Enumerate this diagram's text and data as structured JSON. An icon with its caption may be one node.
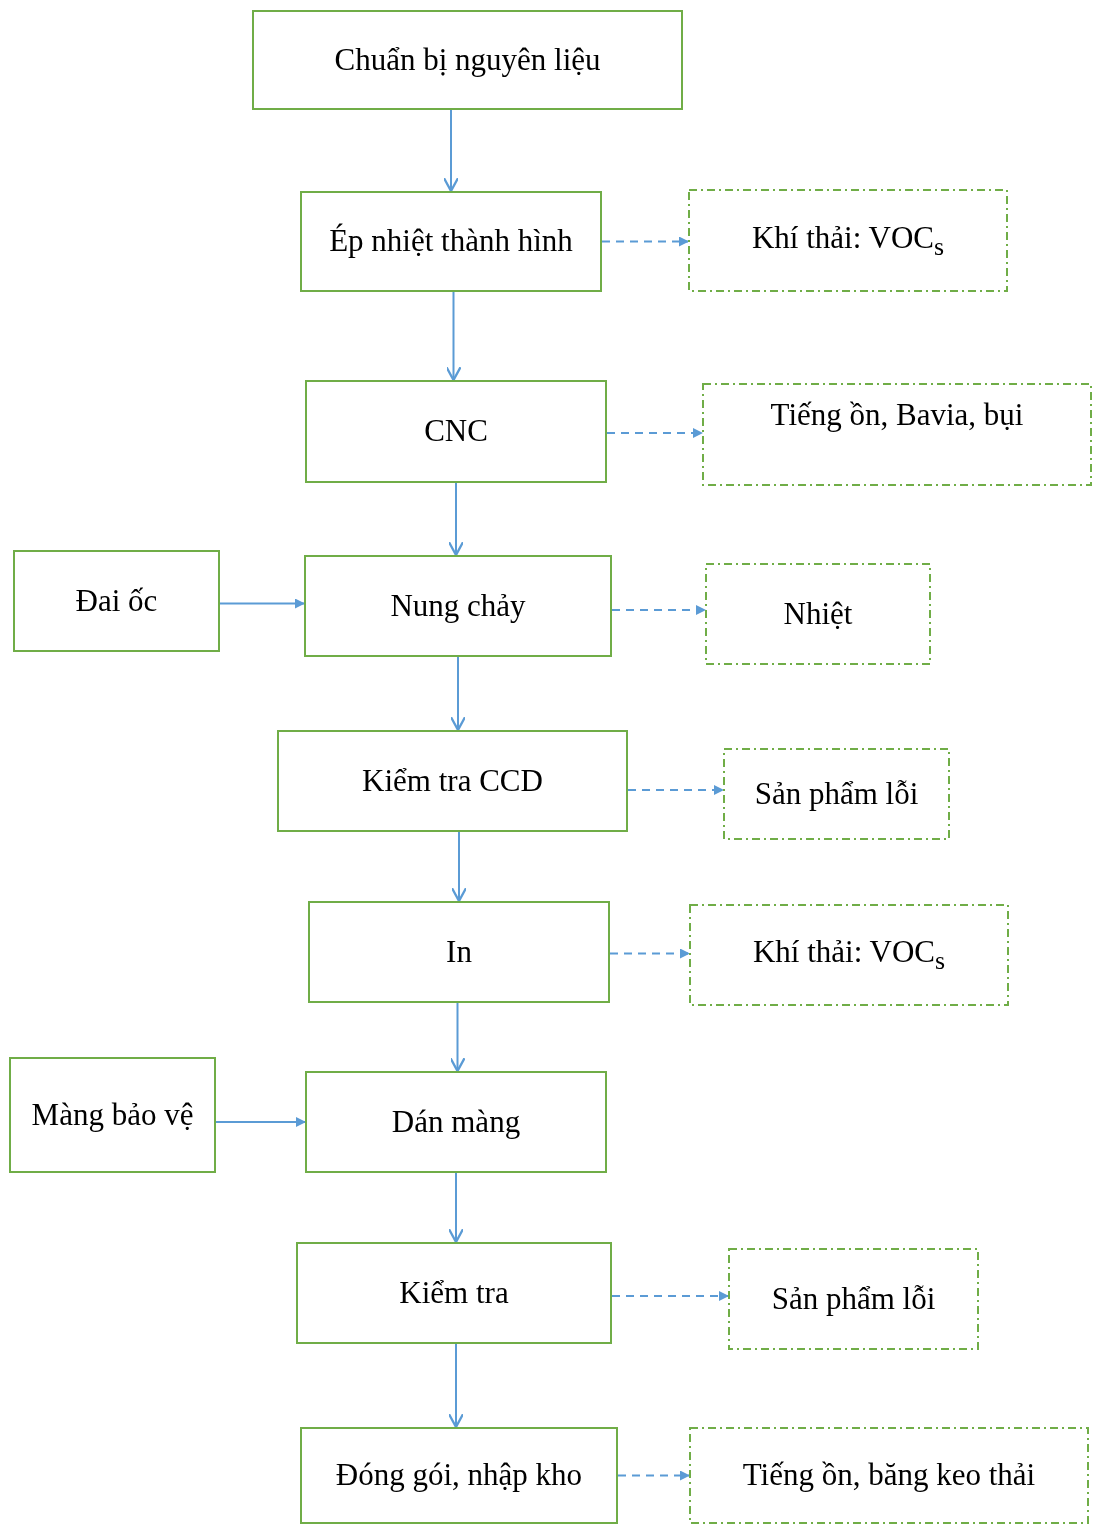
{
  "diagram": {
    "nodes": [
      {
        "text": [
          "Chuẩn bị nguyên liệu"
        ]
      },
      {
        "text": [
          "Ép nhiệt thành hình"
        ]
      },
      {
        "text": [
          "Khí thải: VOC$_{s}$"
        ]
      },
      {
        "text": [
          "CNC"
        ]
      },
      {
        "text": [
          "Tiếng ồn, Bavia, bụi"
        ]
      },
      {
        "text": [
          "Đai ốc"
        ]
      },
      {
        "text": [
          "Nung chảy"
        ]
      },
      {
        "text": [
          "Nhiệt"
        ]
      },
      {
        "text": [
          "Kiểm tra CCD"
        ]
      },
      {
        "text": [
          "Sản phẩm lỗi"
        ]
      },
      {
        "text": [
          "In"
        ]
      },
      {
        "text": [
          "Khí thải: VOC$_{s}$"
        ]
      },
      {
        "text": [
          "Màng bảo vệ"
        ]
      },
      {
        "text": [
          "Dán màng"
        ]
      },
      {
        "text": [
          "Kiểm tra"
        ]
      },
      {
        "text": [
          "Sản phẩm lỗi"
        ]
      },
      {
        "text": [
          "Đóng gói, nhập kho"
        ]
      },
      {
        "text": [
          "Tiếng ồn, băng keo thải"
        ]
      }
    ],
    "edges": [
      {
        "from": 0,
        "to": 1,
        "arrow": "to"
      },
      {
        "from": 1,
        "to": 2,
        "arrow": "to",
        "style": "dashed"
      },
      {
        "from": 1,
        "to": 3,
        "arrow": "to"
      },
      {
        "from": 3,
        "to": 4,
        "arrow": "to",
        "style": "dashed"
      },
      {
        "from": 3,
        "to": 6,
        "arrow": "to"
      },
      {
        "from": 5,
        "to": 6,
        "arrow": "to"
      },
      {
        "from": 6,
        "to": 7,
        "arrow": "to",
        "style": "dashed"
      },
      {
        "from": 6,
        "to": 8,
        "arrow": "to"
      },
      {
        "from": 8,
        "to": 9,
        "arrow": "to",
        "style": "dashed"
      },
      {
        "from": 8,
        "to": 10,
        "arrow": "to"
      },
      {
        "from": 10,
        "to": 11,
        "arrow": "to",
        "style": "dashed"
      },
      {
        "from": 10,
        "to": 13,
        "arrow": "to"
      },
      {
        "from": 12,
        "to": 13,
        "arrow": "to"
      },
      {
        "from": 13,
        "to": 14,
        "arrow": "to"
      },
      {
        "from": 14,
        "to": 15,
        "arrow": "to",
        "style": "dashed"
      },
      {
        "from": 14,
        "to": 16,
        "arrow": "to"
      },
      {
        "from": 16,
        "to": 17,
        "arrow": "to",
        "style": "dashed"
      }
    ]
  }
}
